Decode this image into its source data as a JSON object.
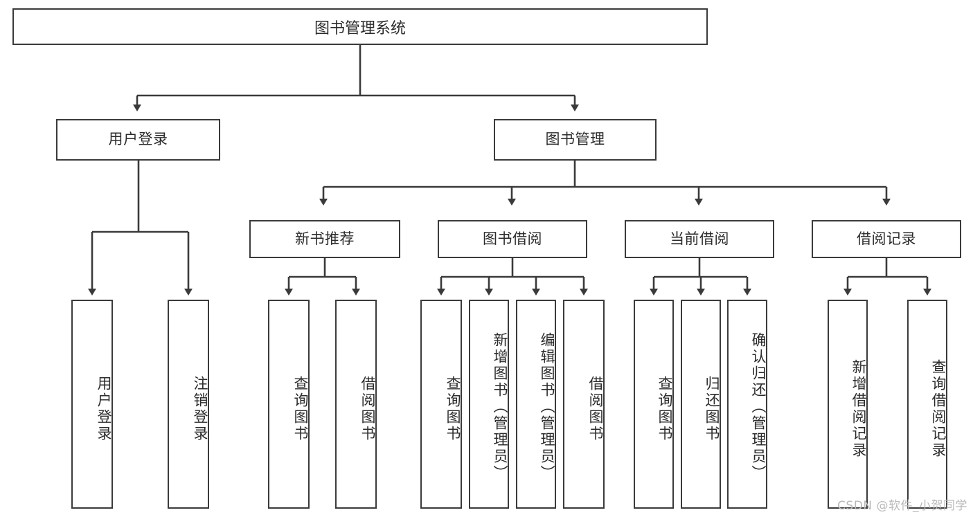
{
  "diagram": {
    "type": "tree-hierarchy-chart",
    "title": "图书管理系统",
    "root": {
      "id": "root",
      "label": "图书管理系统"
    },
    "level1": [
      {
        "id": "user-login",
        "label": "用户登录"
      },
      {
        "id": "book-management",
        "label": "图书管理"
      }
    ],
    "level2": [
      {
        "id": "new-book-recommend",
        "label": "新书推荐",
        "parent": "book-management"
      },
      {
        "id": "book-borrow",
        "label": "图书借阅",
        "parent": "book-management"
      },
      {
        "id": "current-borrow",
        "label": "当前借阅",
        "parent": "book-management"
      },
      {
        "id": "borrow-record",
        "label": "借阅记录",
        "parent": "book-management"
      }
    ],
    "leaves": [
      {
        "id": "leaf-user-login",
        "label": "用户登录",
        "parent": "user-login"
      },
      {
        "id": "leaf-logout-login",
        "label": "注销登录",
        "parent": "user-login"
      },
      {
        "id": "leaf-query-book-1",
        "label": "查询图书",
        "parent": "new-book-recommend"
      },
      {
        "id": "leaf-borrow-book-1",
        "label": "借阅图书",
        "parent": "new-book-recommend"
      },
      {
        "id": "leaf-query-book-2",
        "label": "查询图书",
        "parent": "book-borrow"
      },
      {
        "id": "leaf-add-book",
        "label": "新增图书（管理员）",
        "parent": "book-borrow"
      },
      {
        "id": "leaf-edit-book",
        "label": "编辑图书（管理员）",
        "parent": "book-borrow"
      },
      {
        "id": "leaf-borrow-book-2",
        "label": "借阅图书",
        "parent": "book-borrow"
      },
      {
        "id": "leaf-query-book-3",
        "label": "查询图书",
        "parent": "current-borrow"
      },
      {
        "id": "leaf-return-book",
        "label": "归还图书",
        "parent": "current-borrow"
      },
      {
        "id": "leaf-confirm-return",
        "label": "确认归还（管理员）",
        "parent": "current-borrow"
      },
      {
        "id": "leaf-add-borrow-record",
        "label": "新增借阅记录",
        "parent": "borrow-record"
      },
      {
        "id": "leaf-query-borrow-record",
        "label": "查询借阅记录",
        "parent": "borrow-record"
      }
    ],
    "colors": {
      "stroke": "#3a3a3a",
      "background": "#ffffff",
      "text": "#2b2b2b",
      "watermark": "#b9b9b9"
    }
  },
  "watermark": {
    "text": "CSDN @软件_小贺同学"
  }
}
